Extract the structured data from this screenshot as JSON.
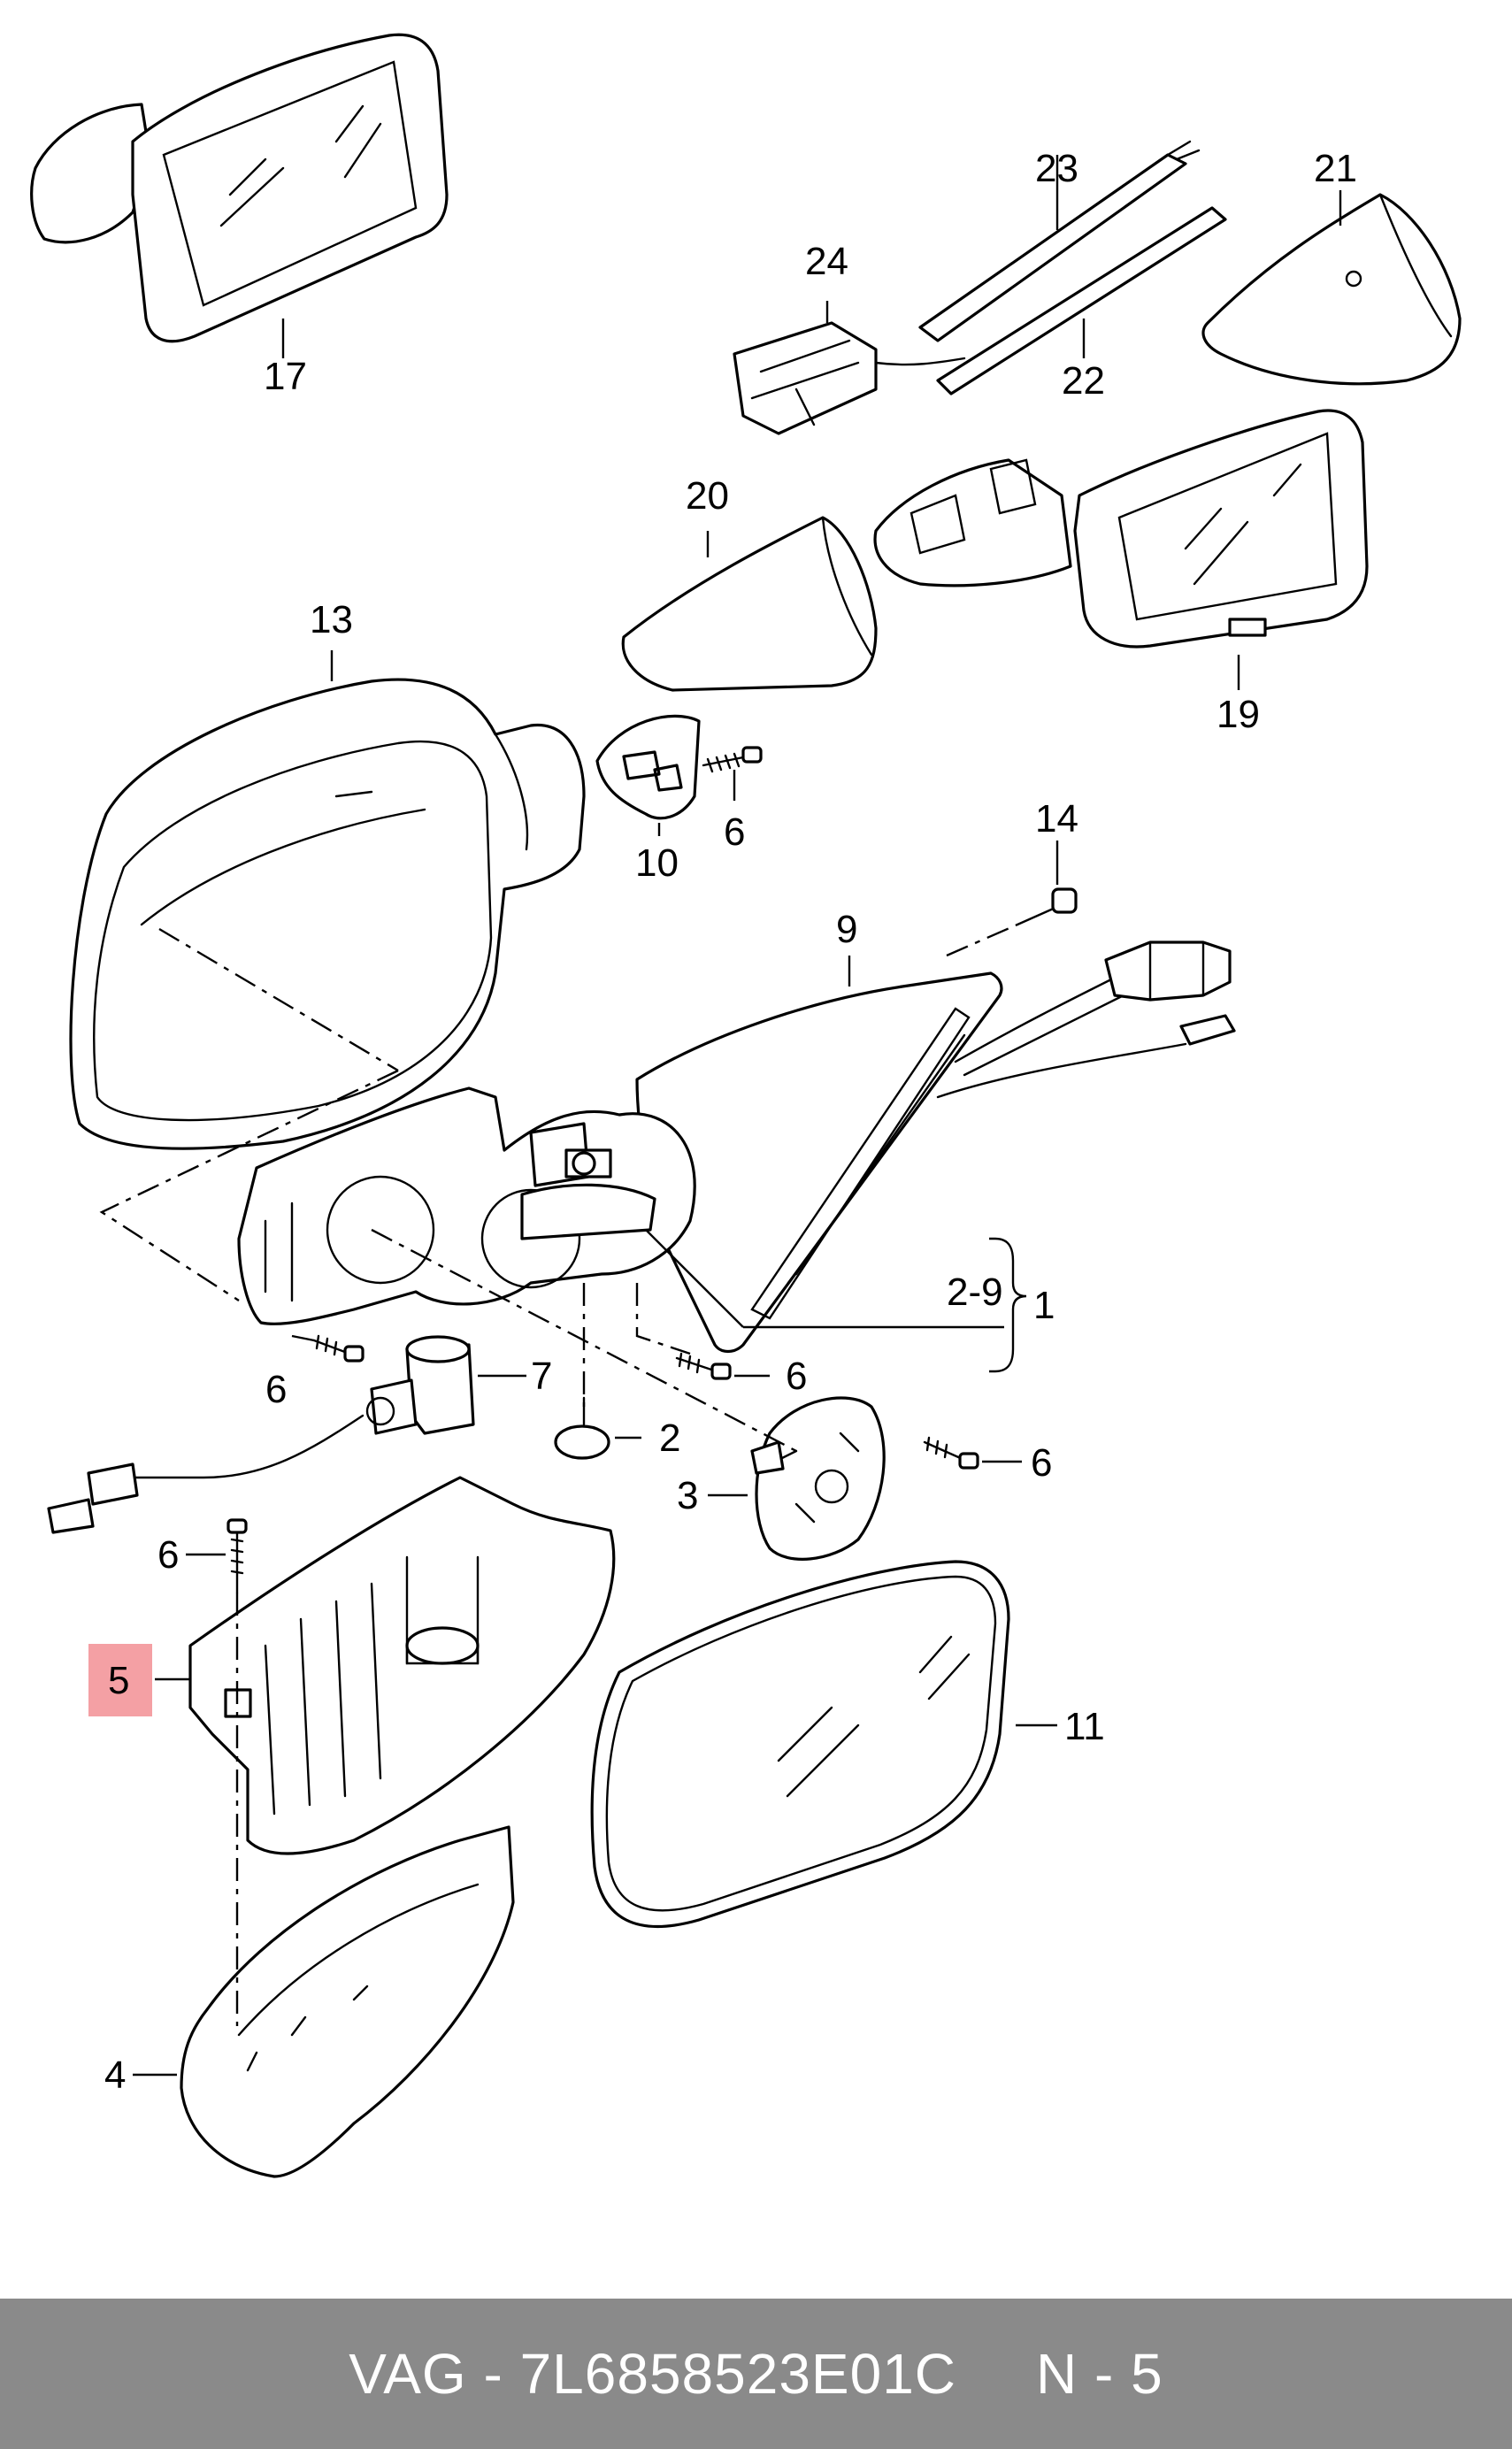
{
  "callouts": {
    "c1": "1",
    "c2": "2",
    "c3": "3",
    "c4": "4",
    "c5": "5",
    "c6a": "6",
    "c6b": "6",
    "c6c": "6",
    "c6d": "6",
    "c6e": "6",
    "c7": "7",
    "c9": "9",
    "c10": "10",
    "c11": "11",
    "c13": "13",
    "c14": "14",
    "c17": "17",
    "c19": "19",
    "c20": "20",
    "c21": "21",
    "c22": "22",
    "c23": "23",
    "c24": "24",
    "c29": "2-9"
  },
  "highlight": {
    "color": "#f4a0a4",
    "callout": "5"
  },
  "footer": {
    "part_text": "VAG - 7L6858523E01C",
    "ref_text": "N - 5",
    "background": "#8a8a8a"
  }
}
